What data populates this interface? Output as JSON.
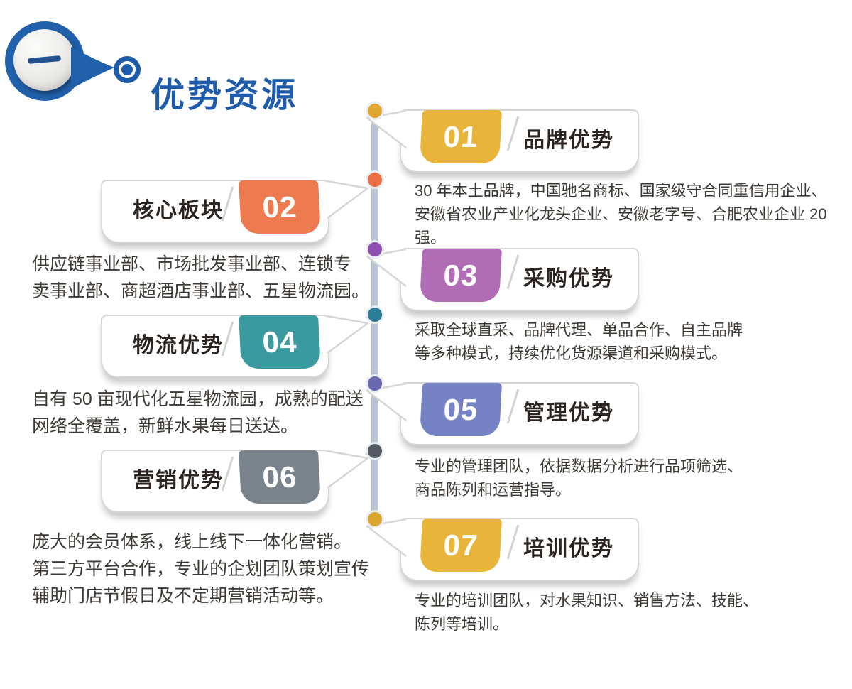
{
  "header": {
    "index_label": "一",
    "title": "优势资源",
    "accent_color": "#1e5cab",
    "circle_color": "#2161ac"
  },
  "timeline": {
    "line_color": "#b6c3d0"
  },
  "items": [
    {
      "number": "01",
      "title": "品牌优势",
      "side": "right",
      "badge_color": "#e9b43a",
      "dot_color": "#dfa72e",
      "desc": "30 年本土品牌，中国驰名商标、国家级守合同重信用企业、\n安徽省农业产业化龙头企业、安徽老字号、合肥农业企业 20 强。"
    },
    {
      "number": "02",
      "title": "核心板块",
      "side": "left",
      "badge_color": "#ee7a50",
      "dot_color": "#ed6f44",
      "desc": "供应链事业部、市场批发事业部、连锁专\n卖事业部、商超酒店事业部、五星物流园。"
    },
    {
      "number": "03",
      "title": "采购优势",
      "side": "right",
      "badge_color": "#b06cb4",
      "dot_color": "#8d50ae",
      "desc": "采取全球直采、品牌代理、单品合作、自主品牌\n等多种模式，持续优化货源渠道和采购模式。"
    },
    {
      "number": "04",
      "title": "物流优势",
      "side": "left",
      "badge_color": "#3b9aa0",
      "dot_color": "#2b7c95",
      "desc": "自有 50 亩现代化五星物流园，成熟的配送\n网络全覆盖，新鲜水果每日送达。"
    },
    {
      "number": "05",
      "title": "管理优势",
      "side": "right",
      "badge_color": "#7583c5",
      "dot_color": "#6b68b2",
      "desc": "专业的管理团队，依据数据分析进行品项筛选、\n商品陈列和运营指导。"
    },
    {
      "number": "06",
      "title": "营销优势",
      "side": "left",
      "badge_color": "#7a838c",
      "dot_color": "#555a62",
      "desc": "庞大的会员体系，线上线下一体化营销。\n第三方平台合作，专业的企划团队策划宣传\n辅助门店节假日及不定期营销活动等。"
    },
    {
      "number": "07",
      "title": "培训优势",
      "side": "right",
      "badge_color": "#e9b43a",
      "dot_color": "#dca62f",
      "desc": "专业的培训团队，对水果知识、销售方法、技能、\n陈列等培训。"
    }
  ]
}
